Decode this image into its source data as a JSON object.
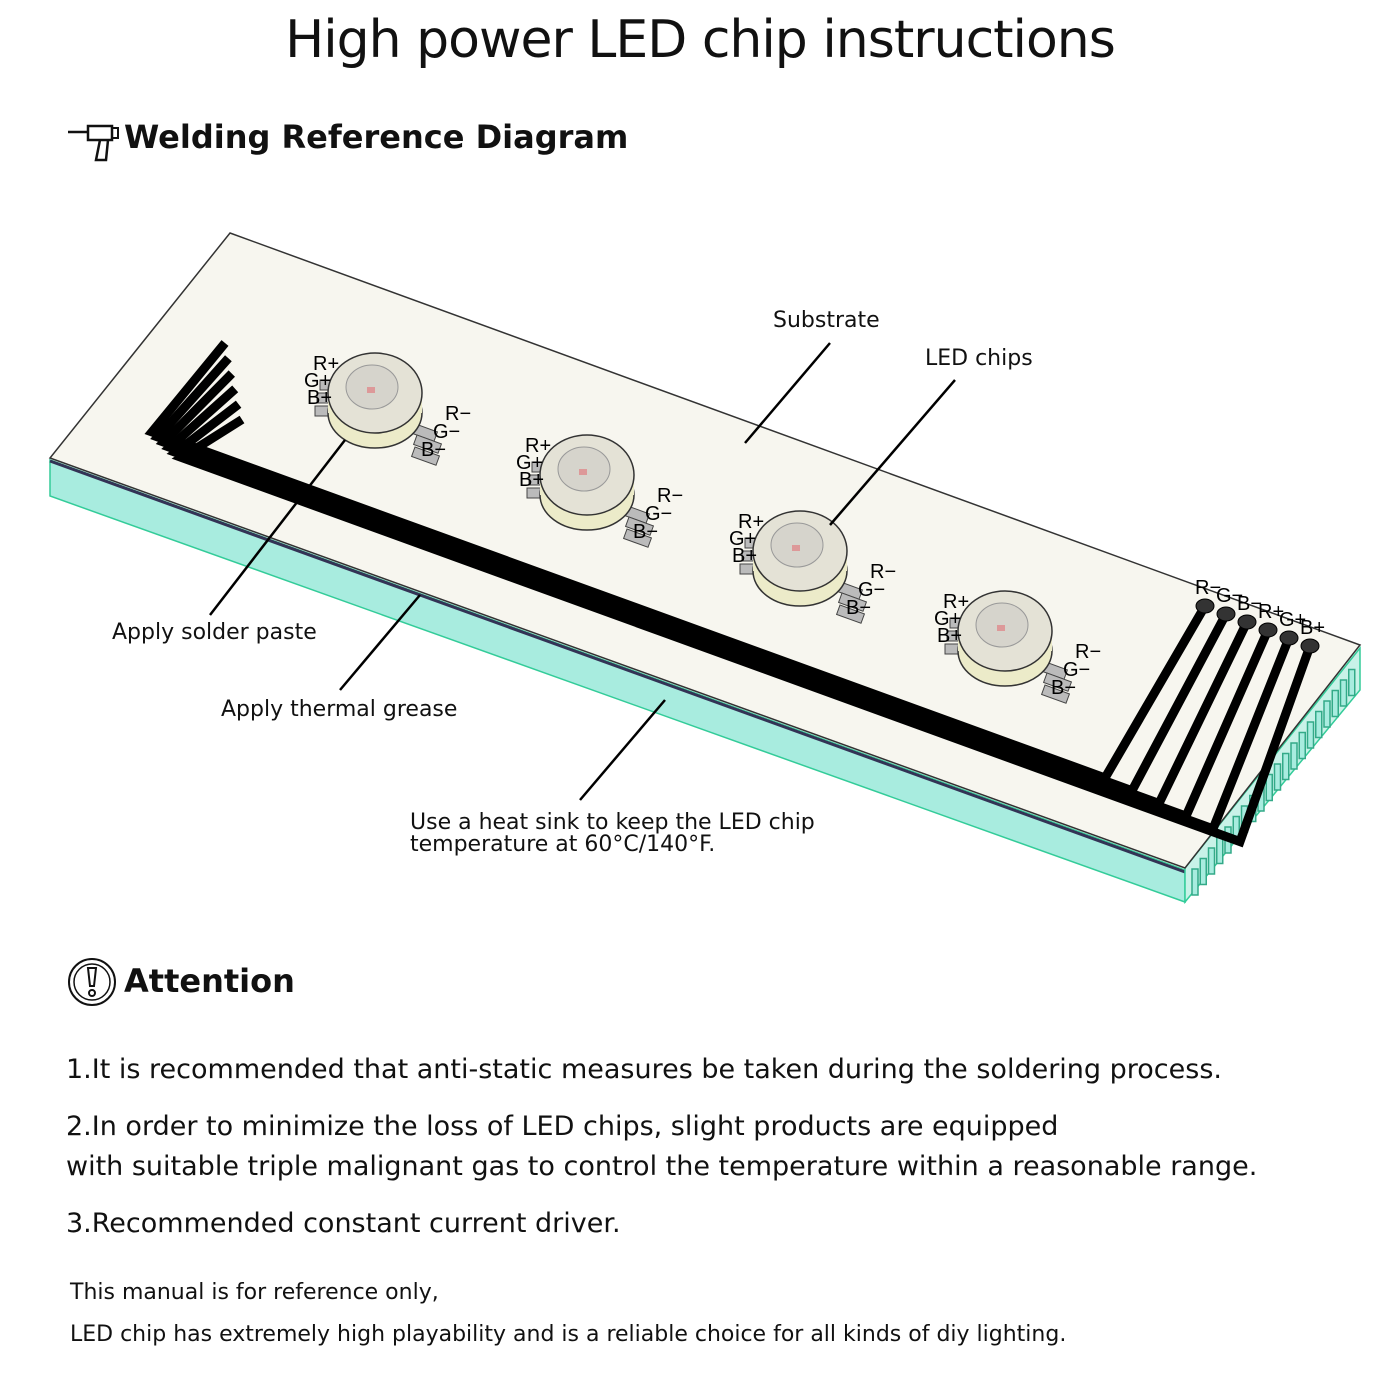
{
  "title": "High power LED chip instructions",
  "welding": {
    "heading": "Welding Reference Diagram",
    "labels": {
      "substrate": "Substrate",
      "led_chips": "LED chips",
      "solder": "Apply solder paste",
      "grease": "Apply thermal grease",
      "heatsink_1": "Use a heat sink to keep the LED chip",
      "heatsink_2": "temperature at 60°C/140°F."
    },
    "pins_in": [
      "R+",
      "G+",
      "B+"
    ],
    "pins_out": [
      "R−",
      "G−",
      "B−"
    ],
    "terminals": [
      "R−",
      "G−",
      "B−",
      "R+",
      "G+",
      "B+"
    ]
  },
  "attention": {
    "heading": "Attention",
    "items": [
      "1.It is recommended that anti-static measures be taken during the soldering process.",
      "2.In order to minimize the loss of LED chips, slight products are equipped",
      "with suitable triple malignant gas to control the temperature within a reasonable range.",
      "3.Recommended constant current driver."
    ],
    "footer": [
      "This manual is for reference only,",
      "LED chip has extremely high playability and is a reliable choice for all kinds of diy lighting."
    ]
  }
}
